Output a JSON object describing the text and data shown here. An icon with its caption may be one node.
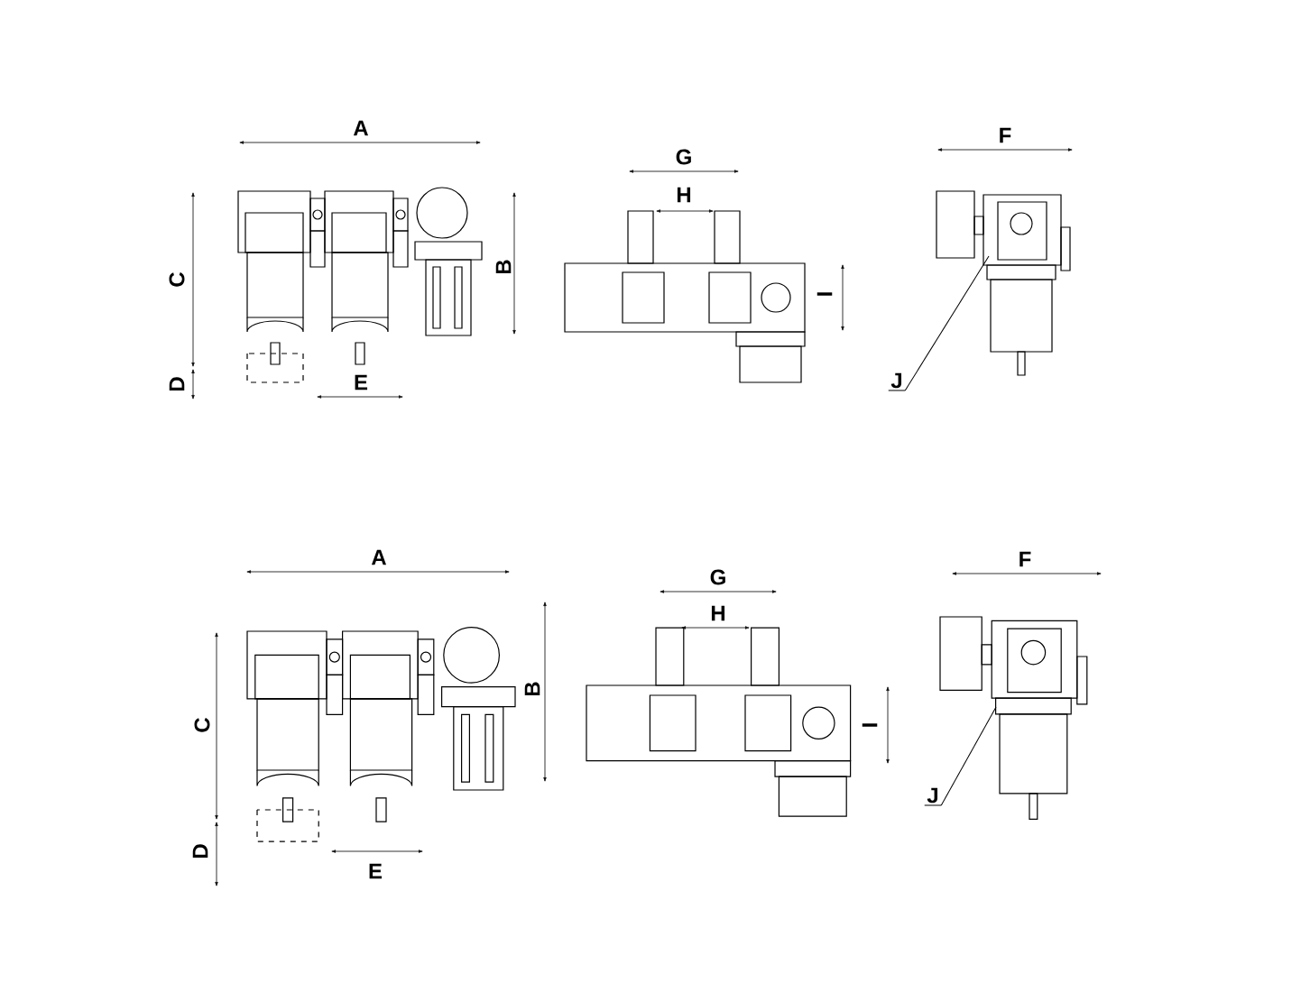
{
  "diagram": {
    "nodes": [
      {
        "text": [
          "J"
        ]
      },
      {
        "text": [
          "J"
        ]
      }
    ],
    "edges": [
      {
        "from": 0,
        "to": null,
        "arrow": "none"
      },
      {
        "from": 1,
        "to": null,
        "arrow": "none"
      }
    ],
    "labels": [
      "A",
      "G",
      "F",
      "H",
      "C",
      "B",
      "I",
      "D",
      "E",
      "A",
      "G",
      "F",
      "H",
      "C",
      "B",
      "I",
      "D",
      "E"
    ]
  }
}
